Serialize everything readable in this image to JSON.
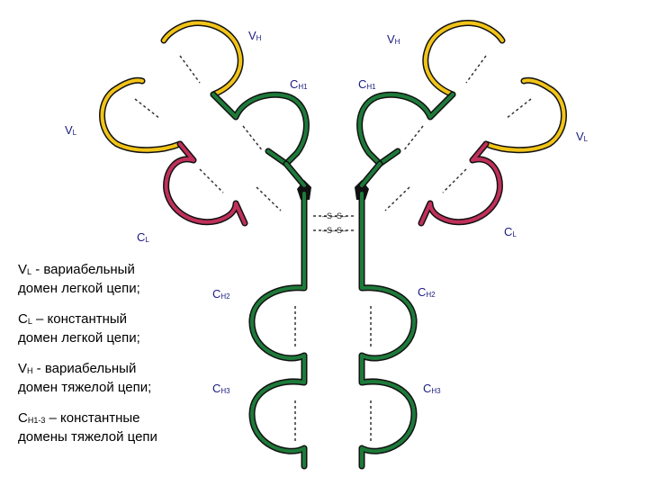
{
  "labels": {
    "vh": {
      "main": "V",
      "sub": "H"
    },
    "ch1": {
      "main": "C",
      "sub": "H1"
    },
    "vl": {
      "main": "V",
      "sub": "L"
    },
    "cl": {
      "main": "C",
      "sub": "L"
    },
    "ch2": {
      "main": "C",
      "sub": "H2"
    },
    "ch3": {
      "main": "C",
      "sub": "H3"
    }
  },
  "disulfide_text": "–S–S–",
  "legend": [
    {
      "sym_main": "V",
      "sym_sub": "L",
      "text_line1": " - вариабельный",
      "text_line2": "домен легкой цепи;"
    },
    {
      "sym_main": "C",
      "sym_sub": "L",
      "text_line1": " – константный",
      "text_line2": "домен легкой цепи;"
    },
    {
      "sym_main": "V",
      "sym_sub": "H",
      "text_line1": " - вариабельный",
      "text_line2": "домен тяжелой цепи;"
    },
    {
      "sym_main": "C",
      "sym_sub": "H1-3",
      "text_line1": " – константные",
      "text_line2": "домены тяжелой цепи"
    }
  ],
  "colors": {
    "heavy_constant": "#1e7a3a",
    "variable": "#f2c418",
    "light_constant": "#c0305a",
    "outline": "#111111",
    "label_text": "#1a1a80"
  }
}
